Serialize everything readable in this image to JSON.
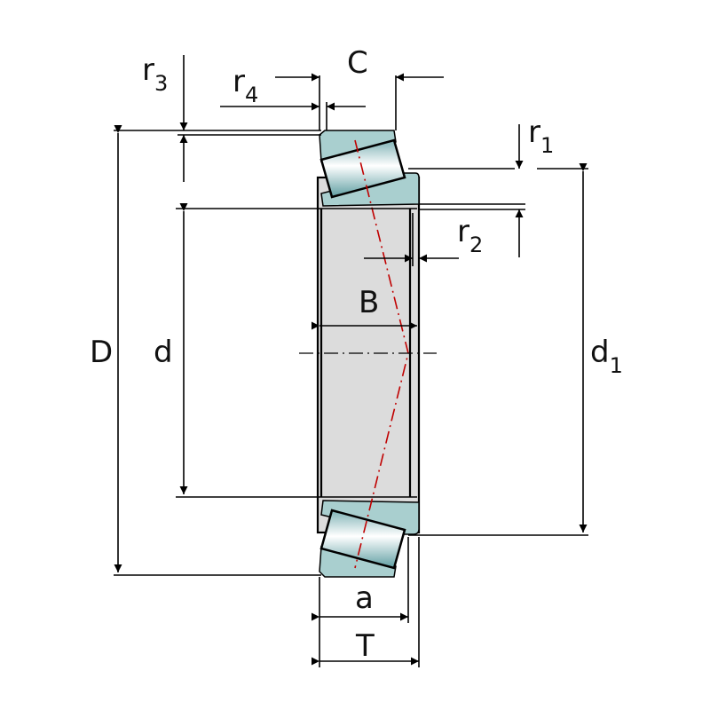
{
  "title": "Tapered roller bearing dimensions",
  "labels": {
    "C": "C",
    "r3": {
      "main": "r",
      "sub": "3"
    },
    "r4": {
      "main": "r",
      "sub": "4"
    },
    "r1": {
      "main": "r",
      "sub": "1"
    },
    "r2": {
      "main": "r",
      "sub": "2"
    },
    "B": "B",
    "D": "D",
    "d": "d",
    "d1": {
      "main": "d",
      "sub": "1"
    },
    "a": "a",
    "T": "T"
  },
  "colors": {
    "ring": "#a9cfcf",
    "body": "#dcdcdc",
    "axis": "#c00000",
    "line": "#000000"
  }
}
